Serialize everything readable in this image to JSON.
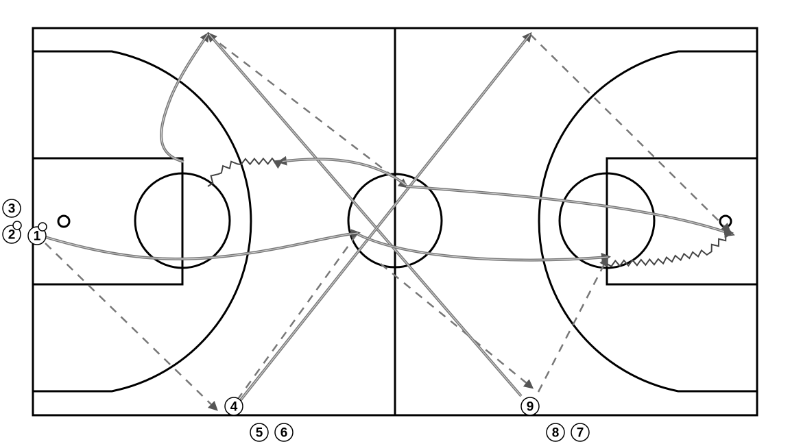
{
  "colors": {
    "court_lines": "#000000",
    "movement": "#777777",
    "ball": "#e8900f"
  },
  "players": [
    {
      "label": "1",
      "has_ball": true
    },
    {
      "label": "2",
      "has_ball": true
    },
    {
      "label": "3",
      "has_ball": false
    },
    {
      "label": "4",
      "has_ball": false
    },
    {
      "label": "5",
      "has_ball": false
    },
    {
      "label": "6",
      "has_ball": false
    },
    {
      "label": "7",
      "has_ball": false
    },
    {
      "label": "8",
      "has_ball": false
    },
    {
      "label": "9",
      "has_ball": false
    }
  ],
  "legend": {
    "pass": "dashed",
    "cut": "solid",
    "dribble": "zigzag"
  }
}
